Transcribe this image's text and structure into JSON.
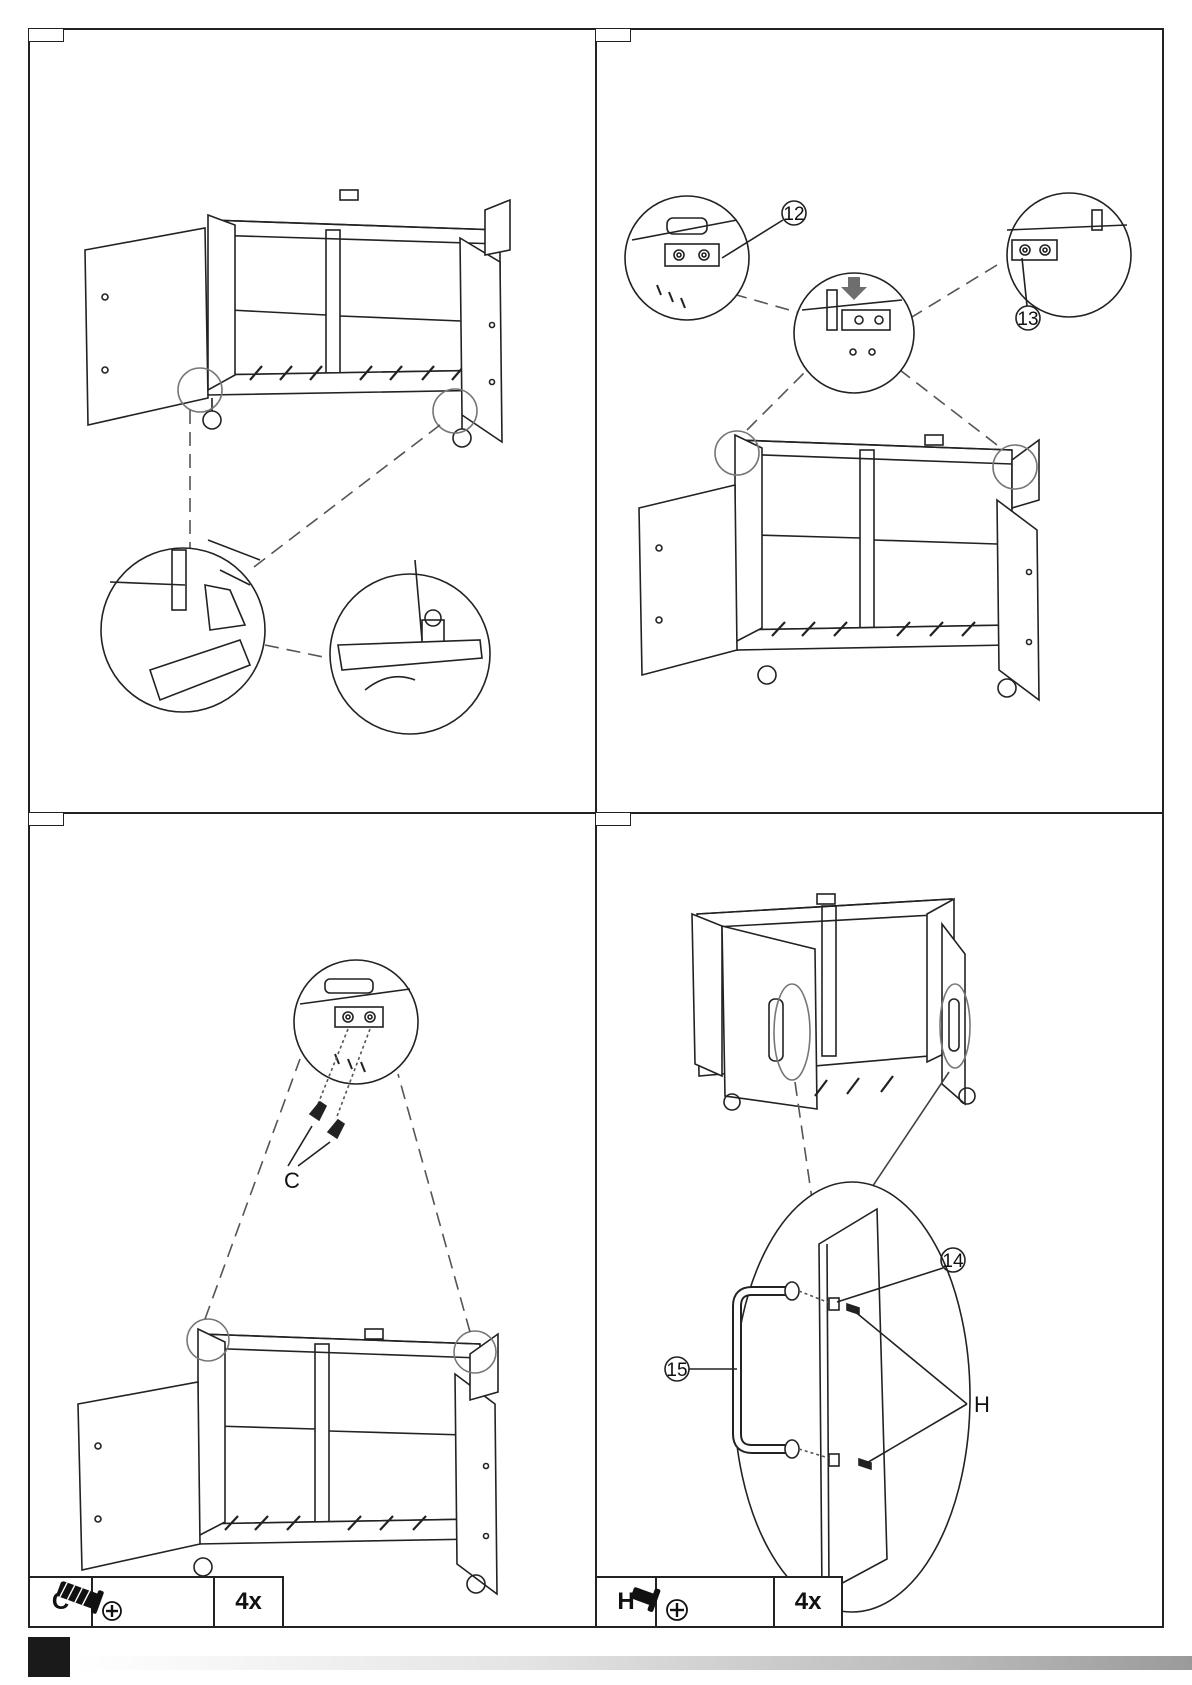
{
  "steps": [
    {
      "callouts": []
    },
    {
      "callouts": [
        "12",
        "13"
      ]
    },
    {
      "part_letter": "C"
    },
    {
      "callouts": [
        "14",
        "15"
      ],
      "part_letter": "H"
    }
  ],
  "parts": [
    {
      "letter": "C",
      "icon": "phillips-bolt-icon",
      "qty": "4x"
    },
    {
      "letter": "H",
      "icon": "phillips-screw-icon",
      "qty": "4x"
    }
  ],
  "colors": {
    "line": "#222222",
    "arrow": "#6e6e6e"
  }
}
